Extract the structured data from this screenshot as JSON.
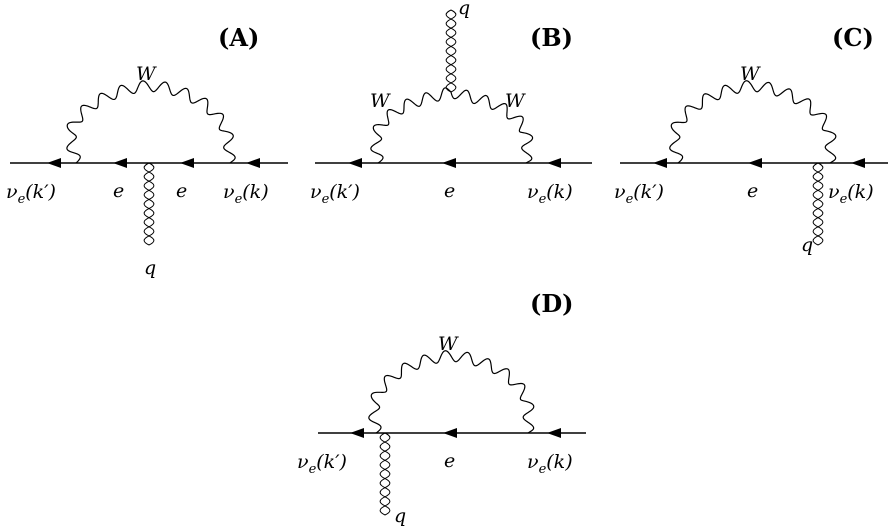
{
  "diagrams": [
    {
      "id": "A",
      "title": "(A)",
      "boson_label": "W",
      "left_label": {
        "base": "ν",
        "sub": "e",
        "arg": "(k′)"
      },
      "right_label": {
        "base": "ν",
        "sub": "e",
        "arg": "(k)"
      },
      "internal_labels": [
        "e",
        "e"
      ],
      "photon_label": "q"
    },
    {
      "id": "B",
      "title": "(B)",
      "boson_labels": [
        "W",
        "W"
      ],
      "left_label": {
        "base": "ν",
        "sub": "e",
        "arg": "(k′)"
      },
      "right_label": {
        "base": "ν",
        "sub": "e",
        "arg": "(k)"
      },
      "internal_labels": [
        "e"
      ],
      "photon_label": "q"
    },
    {
      "id": "C",
      "title": "(C)",
      "boson_label": "W",
      "left_label": {
        "base": "ν",
        "sub": "e",
        "arg": "(k′)"
      },
      "right_label": {
        "base": "ν",
        "sub": "e",
        "arg": "(k)"
      },
      "internal_labels": [
        "e"
      ],
      "photon_label": "q"
    },
    {
      "id": "D",
      "title": "(D)",
      "boson_label": "W",
      "left_label": {
        "base": "ν",
        "sub": "e",
        "arg": "(k′)"
      },
      "right_label": {
        "base": "ν",
        "sub": "e",
        "arg": "(k)"
      },
      "internal_labels": [
        "e"
      ],
      "photon_label": "q"
    }
  ]
}
